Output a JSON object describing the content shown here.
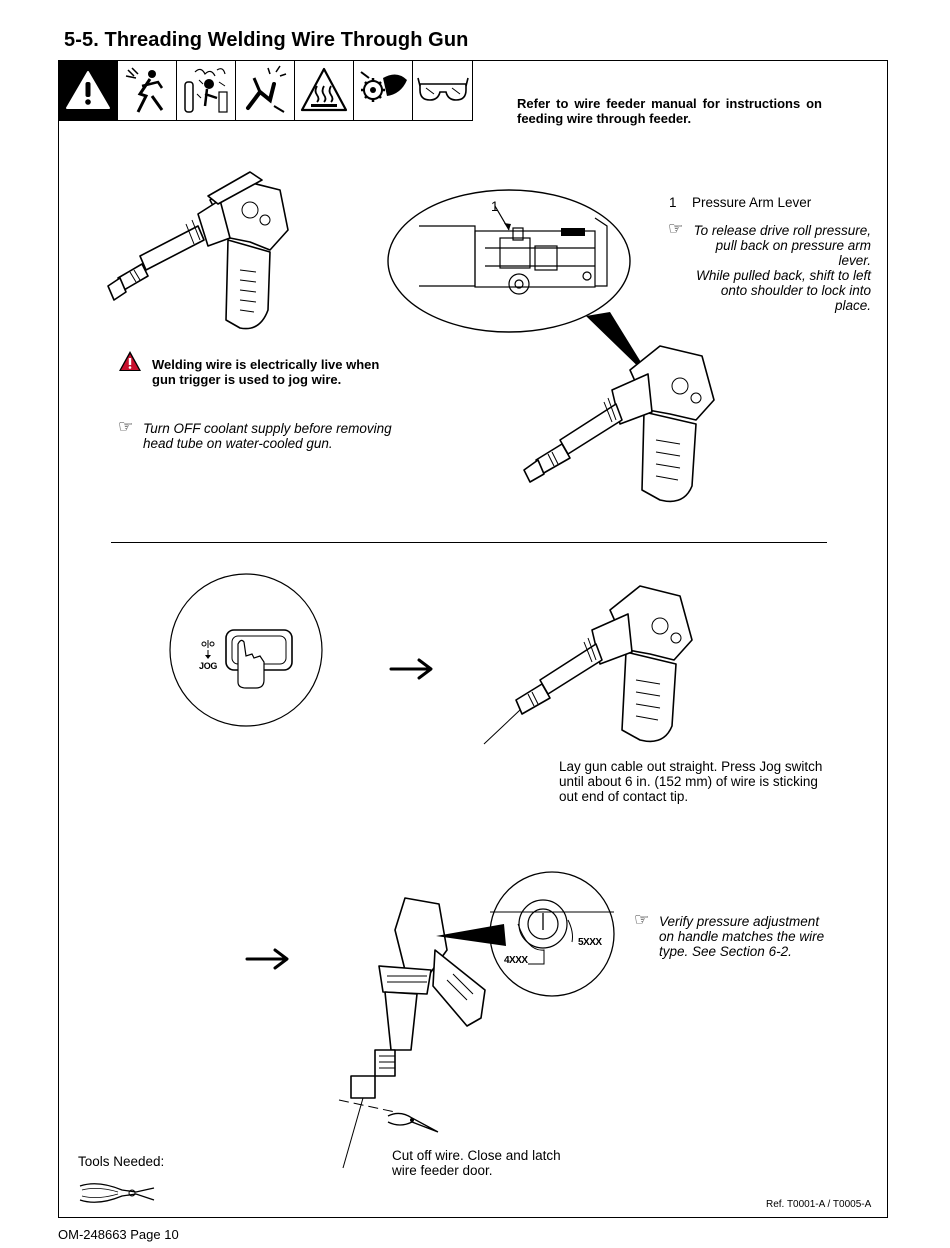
{
  "page": {
    "title": "5-5.   Threading Welding Wire Through Gun",
    "footer": "OM-248663 Page 10",
    "reference": "Ref. T0001-A / T0005-A"
  },
  "hazard_icons": [
    "warning-icon",
    "electric-shock-icon",
    "fumes-gases-icon",
    "arc-rays-icon",
    "hot-surface-icon",
    "moving-parts-icon",
    "safety-glasses-icon"
  ],
  "intro": "Refer to wire feeder manual for instructions on feeding wire through feeder.",
  "callout": {
    "number": "1",
    "label": "Pressure Arm Lever"
  },
  "drawing_label": "1",
  "notes": {
    "release": [
      "To release drive roll pressure,",
      "pull back on pressure arm lever.",
      "While pulled back, shift to left",
      "onto shoulder to lock into place."
    ],
    "warning": [
      "Welding wire is electrically live when",
      "gun trigger is used to jog wire."
    ],
    "coolant": [
      "Turn OFF coolant supply before removing",
      "head tube on water-cooled gun."
    ],
    "jog_instructions": [
      "Lay gun cable out straight. Press Jog switch",
      "until about 6 in. (152 mm) of wire is sticking",
      "out end of contact tip."
    ],
    "verify": [
      "Verify pressure adjustment",
      "on handle matches the wire",
      "type. See Section 6-2."
    ],
    "cut": [
      "Cut off wire. Close and latch",
      "wire feeder door."
    ]
  },
  "jog_label": "JOG",
  "dial_labels": {
    "left": "4XXX",
    "right": "5XXX"
  },
  "tools_needed": "Tools Needed:",
  "colors": {
    "ink": "#000000",
    "paper": "#ffffff",
    "warning_red": "#c8102e"
  }
}
